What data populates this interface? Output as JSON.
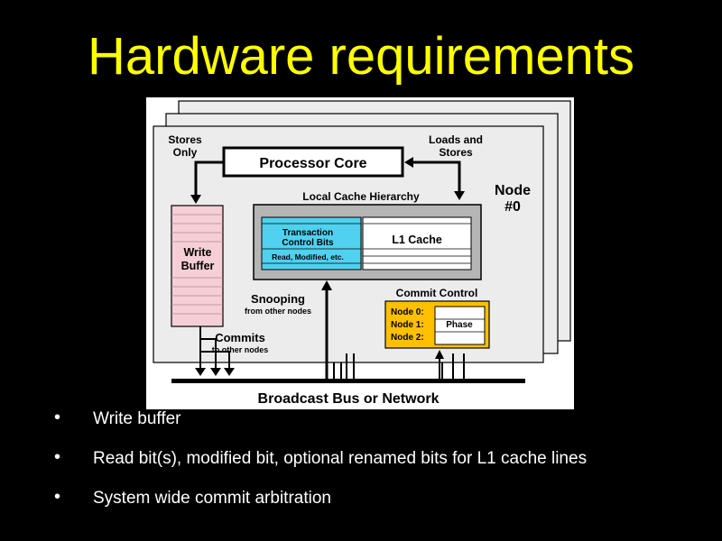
{
  "slide": {
    "title": "Hardware requirements",
    "bullets": [
      "Write buffer",
      "Read bit(s), modified bit, optional renamed bits for L1 cache lines",
      "System wide commit arbitration"
    ]
  },
  "diagram": {
    "stores_only": [
      "Stores",
      "Only"
    ],
    "loads_and_stores": [
      "Loads and",
      "Stores"
    ],
    "processor_core": "Processor Core",
    "node_label": [
      "Node",
      "#0"
    ],
    "local_cache_hierarchy": "Local Cache Hierarchy",
    "transaction_control_bits": [
      "Transaction",
      "Control Bits"
    ],
    "read_modified": "Read, Modified, etc.",
    "l1_cache": "L1 Cache",
    "write_buffer": [
      "Write",
      "Buffer"
    ],
    "snooping": "Snooping",
    "from_other_nodes": "from other nodes",
    "commit_control": "Commit Control",
    "commit_nodes": [
      "Node 0:",
      "Node 1:",
      "Node 2:"
    ],
    "phase": "Phase",
    "commits": "Commits",
    "to_other_nodes": "to other nodes",
    "broadcast_bus": "Broadcast Bus or Network",
    "colors": {
      "panel": "#ececec",
      "pink_buffer": "#f6cfd6",
      "cyan_cells": "#4fd1ef",
      "commit_yellow": "#ffc000",
      "gray_cache": "#b5b5b5"
    }
  }
}
